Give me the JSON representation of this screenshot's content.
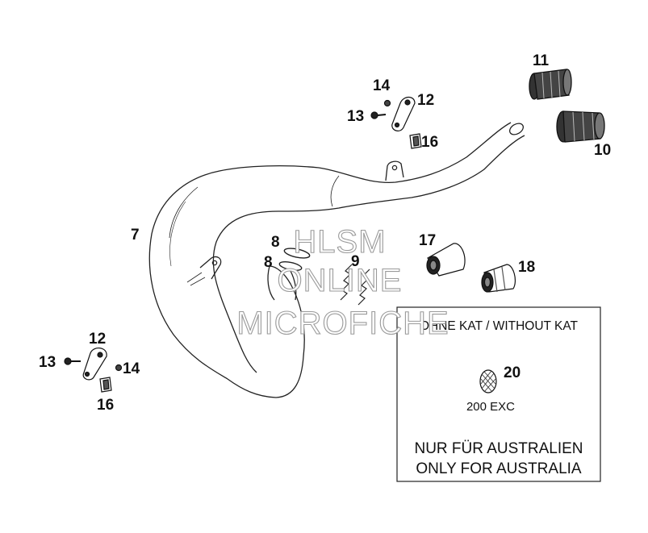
{
  "diagram": {
    "part_labels": {
      "p7": "7",
      "p8a": "8",
      "p8b": "8",
      "p9": "9",
      "p10": "10",
      "p11": "11",
      "p12_top": "12",
      "p12_left": "12",
      "p13_top": "13",
      "p13_left": "13",
      "p14_top": "14",
      "p14_left": "14",
      "p16_top": "16",
      "p16_left": "16",
      "p17": "17",
      "p18": "18",
      "p20": "20"
    },
    "inset": {
      "title": "OHNE KAT / WITHOUT KAT",
      "model": "200 EXC",
      "note_de": "NUR FÜR AUSTRALIEN",
      "note_en": "ONLY FOR AUSTRALIA"
    },
    "watermark": {
      "line1": "HLSM",
      "line2": "ONLINE",
      "line3": "MICROFICHE"
    }
  }
}
